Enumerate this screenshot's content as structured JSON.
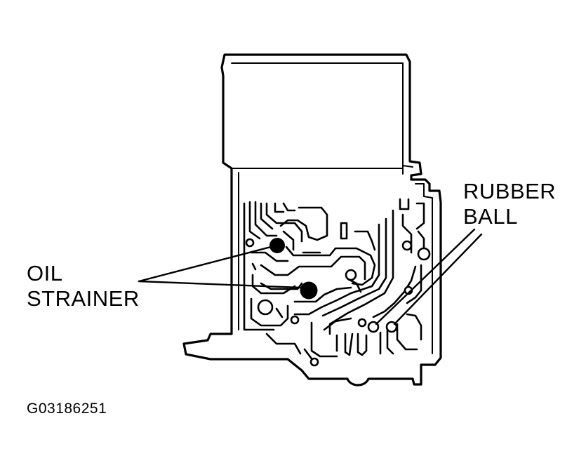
{
  "callouts": {
    "oil_strainer": [
      "OIL",
      "STRAINER"
    ],
    "rubber_ball": [
      "RUBBER",
      "BALL"
    ]
  },
  "figure_id": "G03186251",
  "colors": {
    "ink": "#000000",
    "paper": "#ffffff"
  }
}
